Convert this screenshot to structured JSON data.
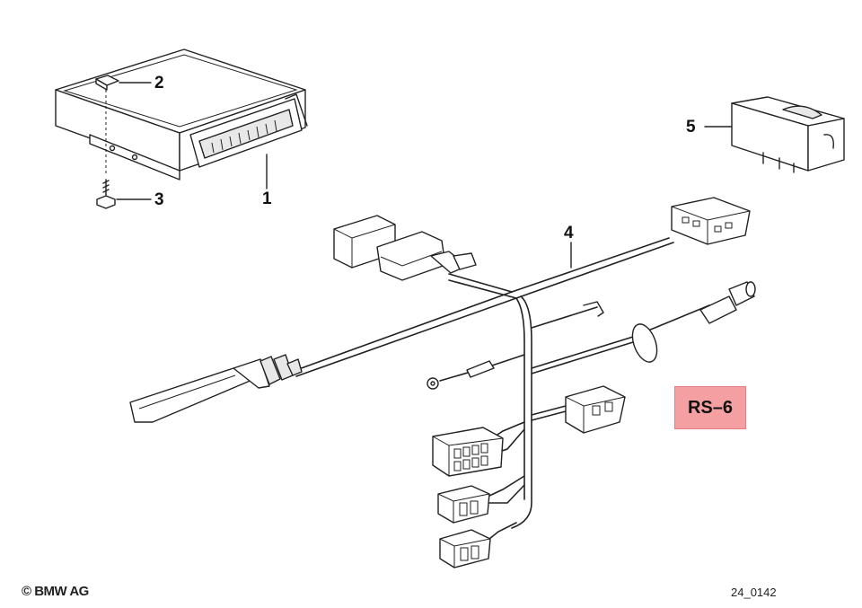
{
  "diagram": {
    "part_labels": [
      "1",
      "2",
      "3",
      "4",
      "5"
    ],
    "badge": "RS–6",
    "copyright": "© BMW AG",
    "drawing_code": "24_0142"
  },
  "icons": {
    "control_unit": "control-unit-icon",
    "clip": "clip-icon",
    "screw": "screw-icon",
    "wiring_harness": "wiring-harness-icon",
    "switch": "switch-icon"
  },
  "colors": {
    "badge_fill": "#f4a0a3",
    "line": "#222222"
  }
}
